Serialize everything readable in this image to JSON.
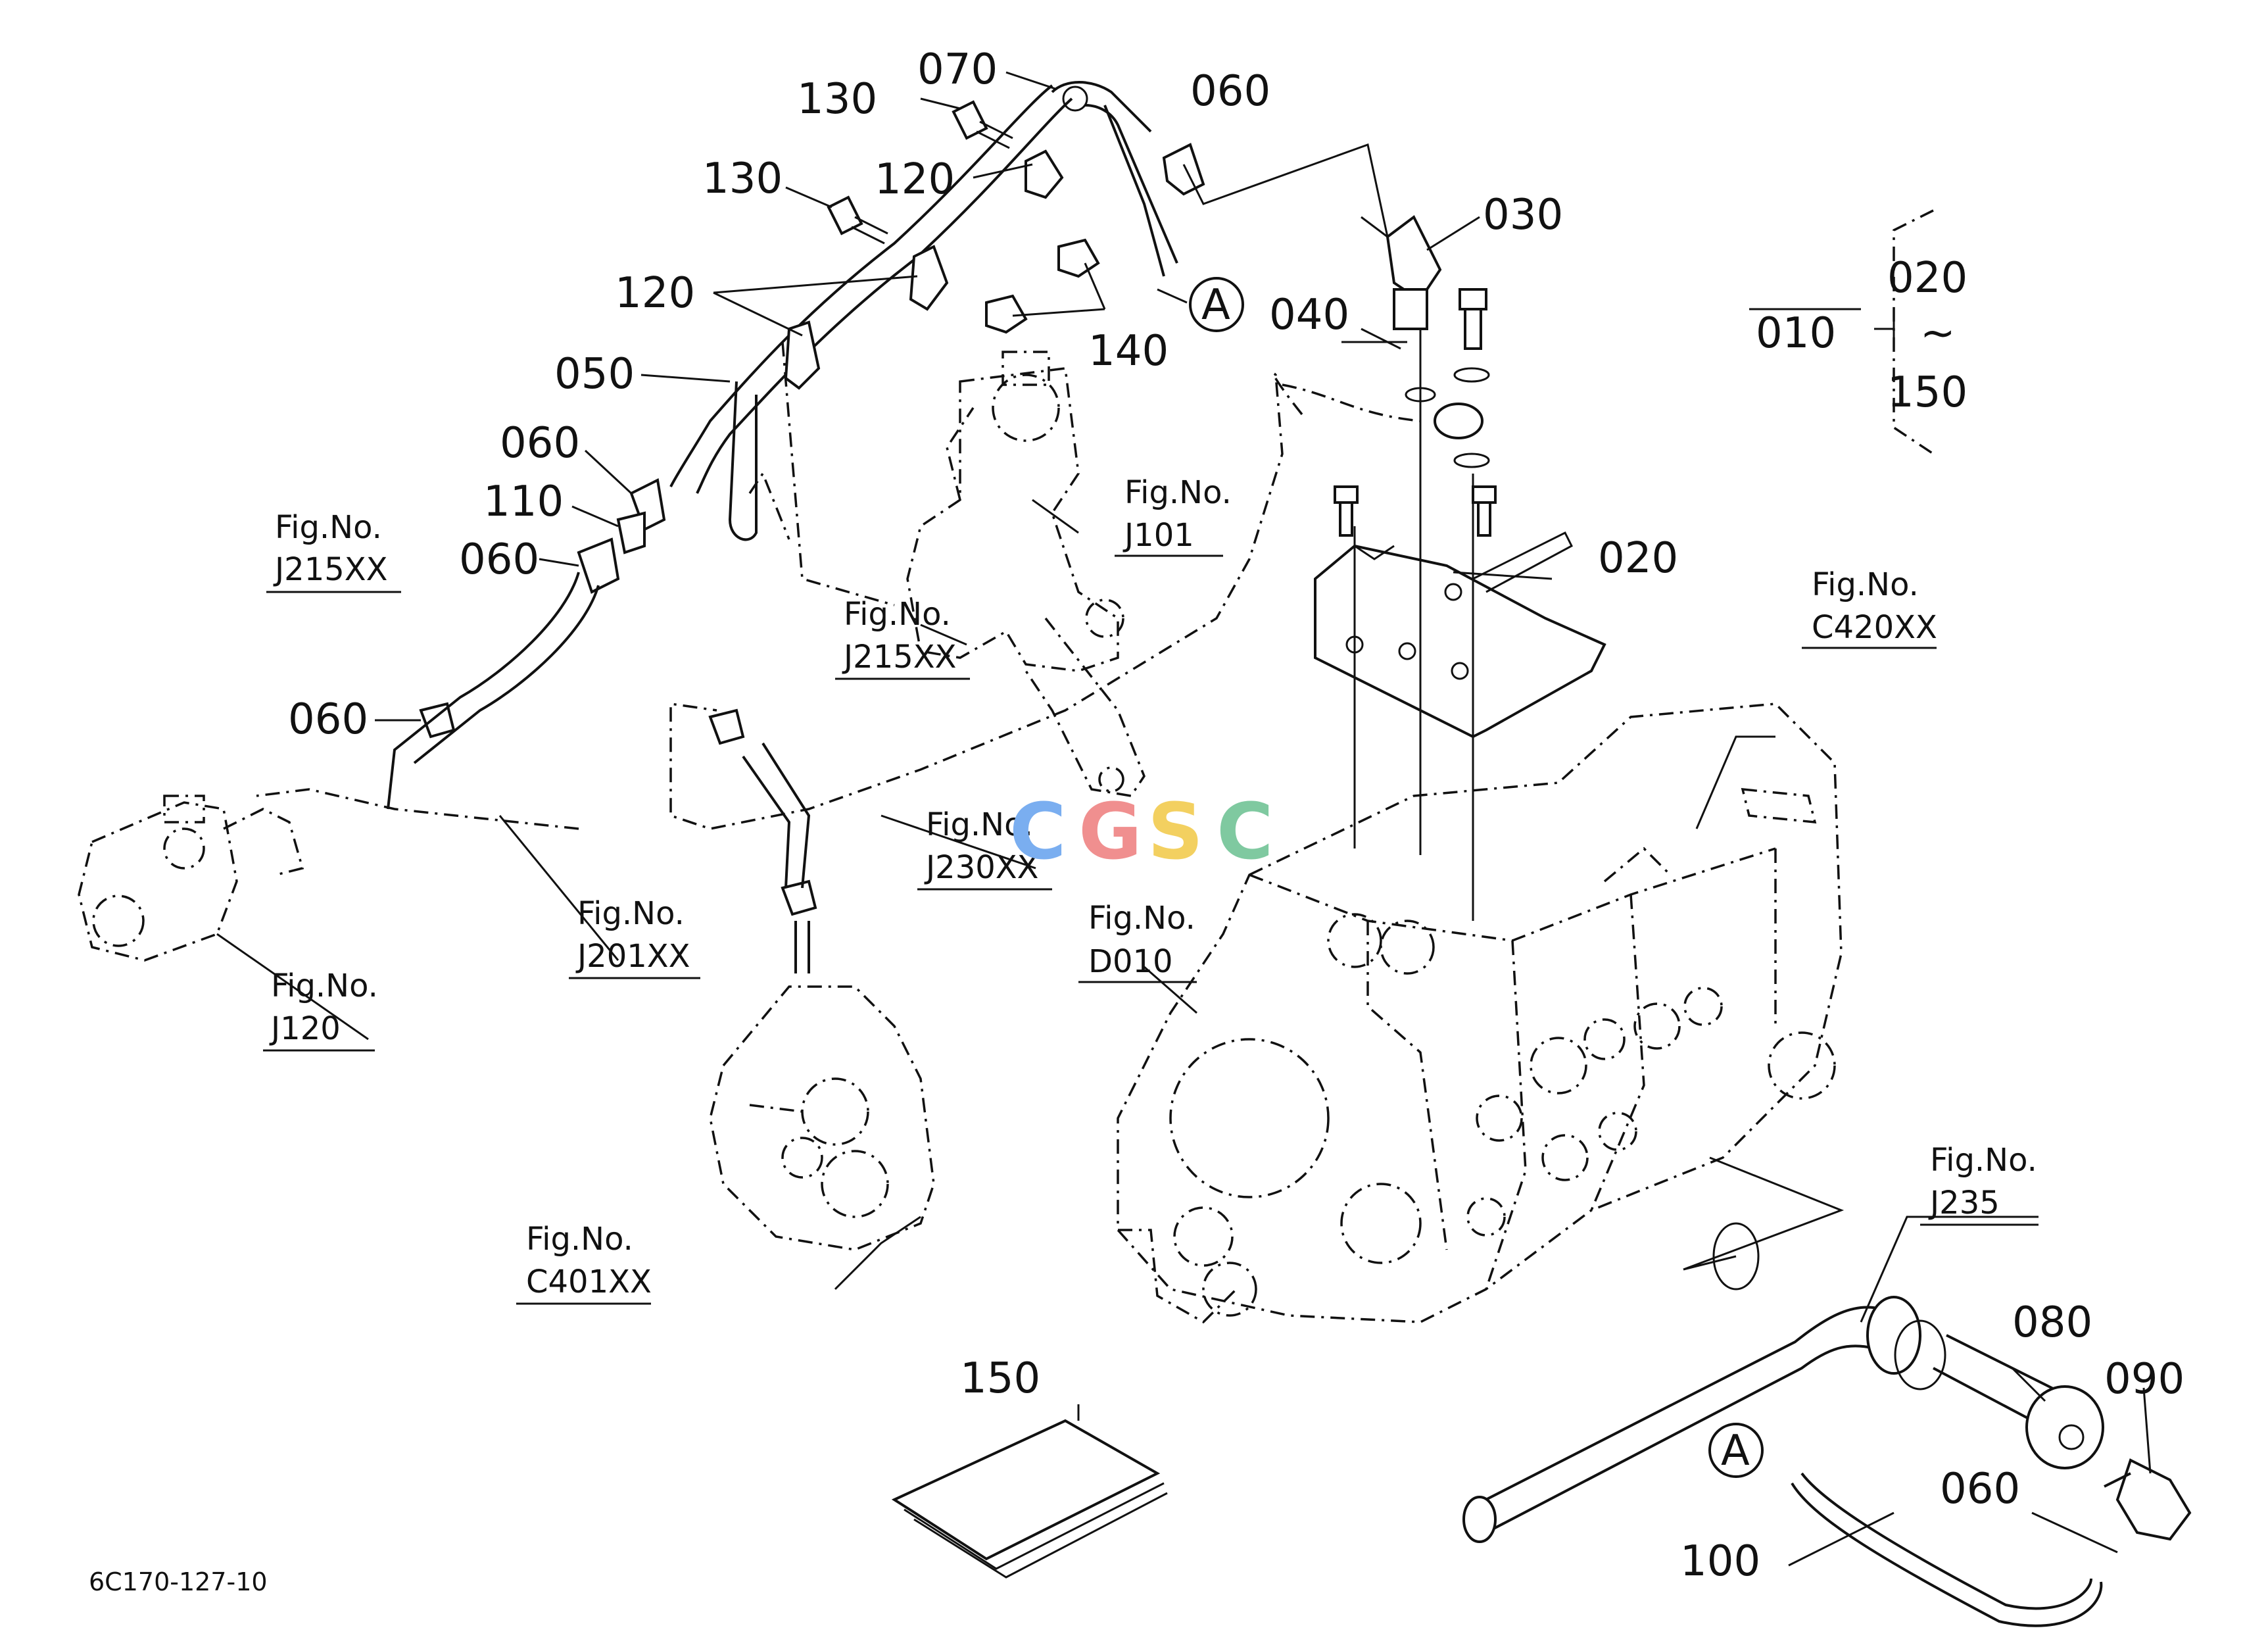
{
  "diagram_code": "6C170-127-10",
  "callout_letter": "A",
  "parts": {
    "p010": "010",
    "p020": "020",
    "p030": "030",
    "p040": "040",
    "p050": "050",
    "p060": "060",
    "p070": "070",
    "p080": "080",
    "p090": "090",
    "p100": "100",
    "p110": "110",
    "p120": "120",
    "p130": "130",
    "p140": "140",
    "p150": "150",
    "range_tilde": "~"
  },
  "figure_prefix": "Fig.No.",
  "figure_refs": {
    "j215_top": "J215XX",
    "j215_mid": "J215XX",
    "j101": "J101",
    "c420": "C420XX",
    "j230": "J230XX",
    "d010": "D010",
    "j201": "J201XX",
    "j120": "J120",
    "c401": "C401XX",
    "j235": "J235"
  },
  "watermark": {
    "letters": [
      "C",
      "G",
      "S",
      "C"
    ],
    "colors": [
      "#7aaef0",
      "#f08f8f",
      "#f3d060",
      "#7fc9a0"
    ]
  }
}
